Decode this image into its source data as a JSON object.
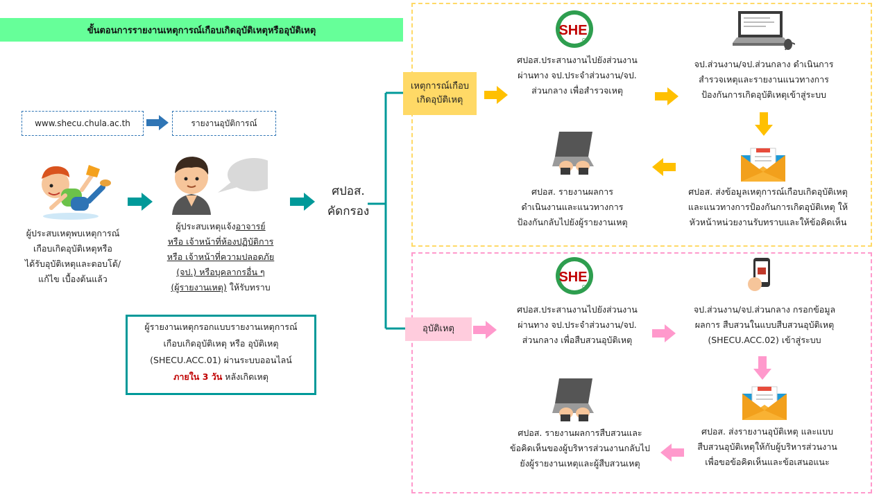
{
  "title": "ขั้นตอนการรายงานเหตุการณ์เกือบเกิดอุบัติเหตุหรืออุบัติเหตุ",
  "website": "www.shecu.chula.ac.th",
  "report_incident": "รายงานอุบัติการณ์",
  "victim_text": [
    "ผู้ประสบเหตุพบเหตุการณ์",
    "เกือบเกิดอุบัติเหตุหรือ",
    "ได้รับอุบัติเหตุและตอบโต้/",
    "แก้ไข เบื้องต้นแล้ว"
  ],
  "notify_text": {
    "l1a": "ผู้ประสบเหตุแจ้ง",
    "l1b": "อาจารย์",
    "l2": "หรือ เจ้าหน้าที่ห้องปฏิบัติการ",
    "l3": "หรือ เจ้าหน้าที่ความปลอดภัย",
    "l4": "(จป.) หรือบุคลากรอื่น ๆ",
    "l5a": "(ผู้รายงานเหตุ)",
    "l5b": " ให้รับทราบ"
  },
  "form_box": {
    "l1": "ผู้รายงานเหตุกรอกแบบรายงานเหตุการณ์",
    "l2": "เกือบเกิดอุบัติเหตุ หรือ อุบัติเหตุ",
    "l3": "(SHECU.ACC.01) ผ่านระบบออนไลน์",
    "deadline": "ภายใน 3 วัน",
    "after": " หลังเกิดเหตุ"
  },
  "screening": [
    "ศปอส.",
    "คัดกรอง"
  ],
  "near_miss": {
    "tag": [
      "เหตุการณ์เกือบ",
      "เกิดอุบัติเหตุ"
    ],
    "step1": [
      "ศปอส.ประสานงานไปยังส่วนงาน",
      "ผ่านทาง จป.ประจำส่วนงาน/จป.",
      "ส่วนกลาง เพื่อสำรวจเหตุ"
    ],
    "step2": [
      "จป.ส่วนงาน/จป.ส่วนกลาง ดำเนินการ",
      "สำรวจเหตุและรายงานแนวทางการ",
      "ป้องกันการเกิดอุบัติเหตุเข้าสู่ระบบ"
    ],
    "step3": [
      "ศปอส. ส่งข้อมูลเหตุการณ์เกือบเกิดอุบัติเหตุ",
      "และแนวทางการป้องกันการเกิดอุบัติเหตุ ให้",
      "หัวหน้าหน่วยงานรับทราบและให้ข้อคิดเห็น"
    ],
    "step4": [
      "ศปอส. รายงานผลการ",
      "ดำเนินงานและแนวทางการ",
      "ป้องกันกลับไปยังผู้รายงานเหตุ"
    ]
  },
  "accident": {
    "tag": "อุบัติเหตุ",
    "step1": [
      "ศปอส.ประสานงานไปยังส่วนงาน",
      "ผ่านทาง จป.ประจำส่วนงาน/จป.",
      "ส่วนกลาง เพื่อสืบสวนอุบัติเหตุ"
    ],
    "step2": [
      "จป.ส่วนงาน/จป.ส่วนกลาง กรอกข้อมูล",
      "ผลการ สืบสวนในแบบสืบสวนอุบัติเหตุ",
      "(SHECU.ACC.02) เข้าสู่ระบบ"
    ],
    "step3": [
      "ศปอส. ส่งรายงานอุบัติเหตุ และแบบ",
      "สืบสวนอุบัติเหตุให้กับผู้บริหารส่วนงาน",
      "เพื่อขอข้อคิดเห็นและข้อเสนอแนะ"
    ],
    "step4": [
      "ศปอส. รายงานผลการสืบสวนและ",
      "ข้อคิดเห็นของผู้บริหารส่วนงานกลับไป",
      "ยังผู้รายงานเหตุและผู้สืบสวนเหตุ"
    ]
  },
  "logo_text": "SHE",
  "logo_sub": "CU",
  "colors": {
    "yellow": "#ffc000",
    "pink": "#ff99cc",
    "teal": "#009999",
    "blue": "#2f75b5",
    "green": "#66ff99"
  }
}
